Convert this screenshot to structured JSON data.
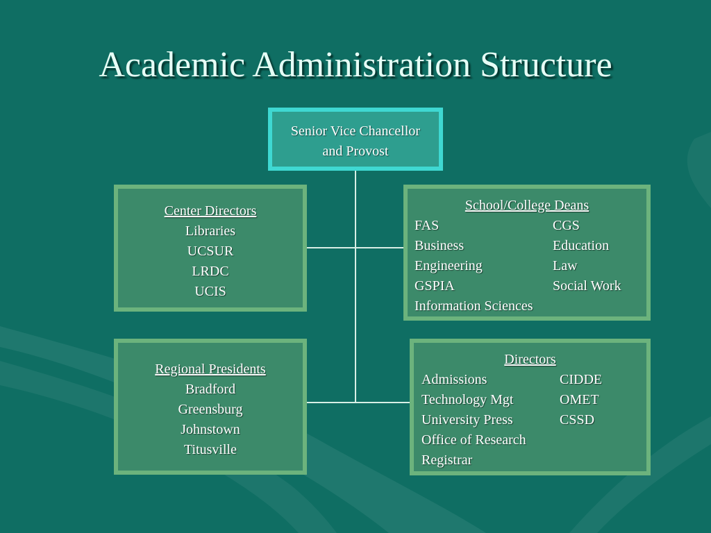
{
  "title": "Academic Administration Structure",
  "top_box": {
    "line1": "Senior Vice Chancellor",
    "line2": "and Provost"
  },
  "center_directors": {
    "heading": "Center Directors",
    "items": [
      "Libraries",
      "UCSUR",
      "LRDC",
      "UCIS"
    ]
  },
  "school_college_deans": {
    "heading": "School/College Deans",
    "rows": [
      [
        "FAS",
        "CGS"
      ],
      [
        "Business",
        "Education"
      ],
      [
        "Engineering",
        "Law"
      ],
      [
        "GSPIA",
        "Social Work"
      ]
    ],
    "last": "Information Sciences"
  },
  "regional_presidents": {
    "heading": "Regional Presidents",
    "items": [
      "Bradford",
      "Greensburg",
      "Johnstown",
      "Titusville"
    ]
  },
  "directors": {
    "heading": "Directors",
    "rows": [
      [
        "Admissions",
        "CIDDE"
      ],
      [
        "Technology Mgt",
        "OMET"
      ],
      [
        "University Press",
        "CSSD"
      ]
    ],
    "singles": [
      "Office of Research",
      "Registrar"
    ]
  },
  "colors": {
    "background": "#0f6e63",
    "box_fill": "#3c8a6a",
    "box_border": "#6cb37d",
    "top_box_fill": "#2e9e8f",
    "top_box_border": "#3fd8d2",
    "connector": "#d8efe6"
  }
}
